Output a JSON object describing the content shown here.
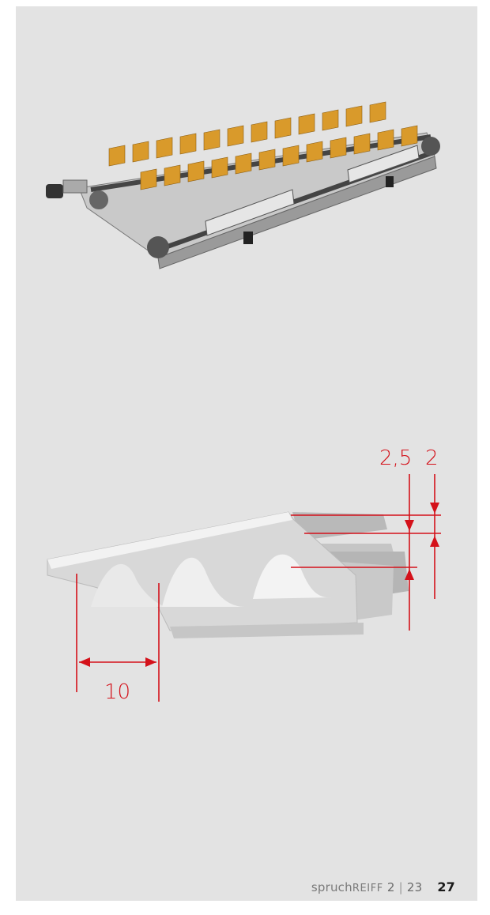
{
  "dimensions": {
    "pitch": "10",
    "thickness_outer": "2,5",
    "thickness_inner": "2"
  },
  "footer": {
    "brand_lower": "spruch",
    "brand_upper": "REIFF",
    "issue": "2",
    "year": "23",
    "page_number": "27"
  },
  "colors": {
    "page_background": "#e3e3e3",
    "dimension_red": "#d4111a",
    "paddle_orange": "#d99a2b"
  }
}
